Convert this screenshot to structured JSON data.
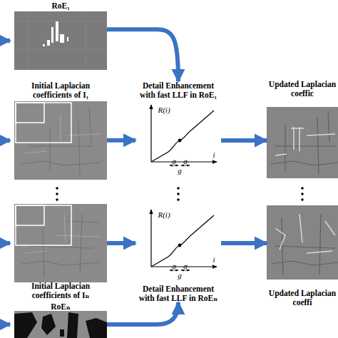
{
  "diagram": {
    "nodes": [
      {
        "text": [
          "RoE₁"
        ]
      },
      {
        "text": [
          "Initial Laplacian coefficients of I₁"
        ]
      },
      {
        "text": [
          "Detail Enhancement with fast LLF in RoE₁"
        ]
      },
      {
        "text": [
          "Updated Laplacian coeffic"
        ]
      },
      {
        "text": [
          "Initial Laplacian coefficients of Iₙ"
        ]
      },
      {
        "text": [
          "Detail Enhancement with fast LLF in RoEₙ"
        ]
      },
      {
        "text": [
          "Updated Laplacian coeffi"
        ]
      },
      {
        "text": [
          "RoEₙ"
        ]
      }
    ],
    "edges": [
      {
        "from": 0,
        "to": 2,
        "arrow": "to"
      },
      {
        "from": 1,
        "to": 2,
        "arrow": "to"
      },
      {
        "from": 2,
        "to": 3,
        "arrow": "to"
      },
      {
        "from": 4,
        "to": 5,
        "arrow": "to"
      },
      {
        "from": 5,
        "to": 6,
        "arrow": "to"
      },
      {
        "from": 7,
        "to": 5,
        "arrow": "to"
      }
    ],
    "labels": [
      "R(i)",
      "σ",
      "σ",
      "i",
      "g",
      "R(i)",
      "σ",
      "σ",
      "i",
      "g"
    ]
  }
}
